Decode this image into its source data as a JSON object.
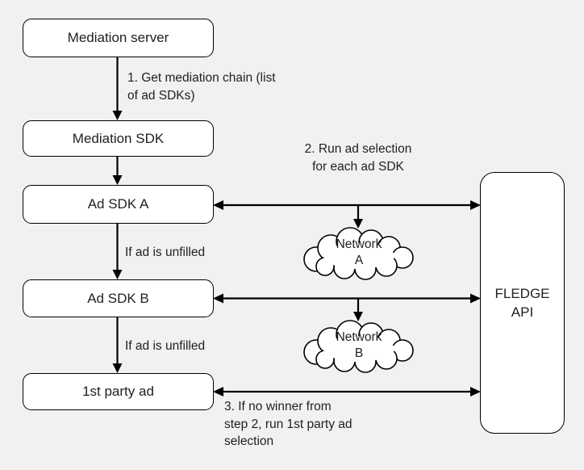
{
  "colors": {
    "background": "#f1f1f1",
    "node_fill": "#ffffff",
    "stroke": "#000000",
    "text": "#1f1f1f"
  },
  "nodes": {
    "mediation_server": {
      "label": "Mediation server"
    },
    "mediation_sdk": {
      "label": "Mediation SDK"
    },
    "ad_sdk_a": {
      "label": "Ad SDK A"
    },
    "ad_sdk_b": {
      "label": "Ad SDK B"
    },
    "first_party_ad": {
      "label": "1st party ad"
    },
    "fledge_api": {
      "line1": "FLEDGE",
      "line2": "API"
    }
  },
  "clouds": {
    "network_a": {
      "line1": "Network",
      "line2": "A"
    },
    "network_b": {
      "line1": "Network",
      "line2": "B"
    }
  },
  "annotations": {
    "step1": {
      "line1": "1. Get mediation chain (list",
      "line2": "of ad SDKs)"
    },
    "step2": {
      "line1": "2. Run ad selection",
      "line2": "for each ad SDK"
    },
    "unfilled_a": "If ad is unfilled",
    "unfilled_b": "If ad is unfilled",
    "step3": {
      "line1": "3. If no winner from",
      "line2": "step 2, run 1st party ad",
      "line3": "selection"
    }
  }
}
